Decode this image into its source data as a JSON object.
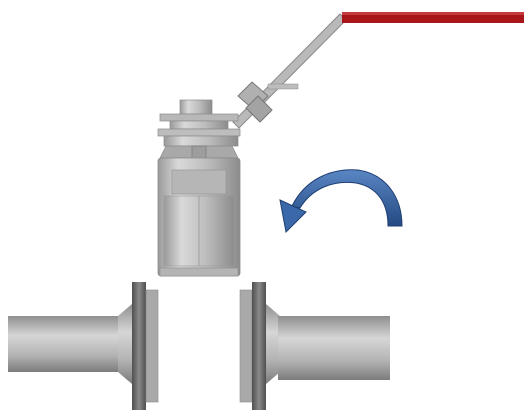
{
  "diagram": {
    "subject": "ball-valve-installation",
    "components": [
      {
        "id": "valve-body",
        "kind": "ball valve body"
      },
      {
        "id": "valve-handle",
        "kind": "lever handle"
      },
      {
        "id": "valve-stem-nut",
        "kind": "stem nut"
      },
      {
        "id": "left-flange-pipe",
        "kind": "pipe with flange"
      },
      {
        "id": "right-flange-pipe",
        "kind": "pipe with flange"
      },
      {
        "id": "rotation-arrow",
        "kind": "curved arrow"
      }
    ],
    "rotation_arrow": {
      "direction": "counter-clockwise"
    }
  },
  "colors": {
    "background": "#ffffff",
    "metal_light": "#c8c8c8",
    "metal_mid": "#a5a5a5",
    "metal_dark": "#6f6f6f",
    "flange_dark": "#5a5a5a",
    "handle_grip": "#a8161a",
    "arrow_blue": "#3b68a8",
    "arrow_blue_dark": "#24487d"
  }
}
